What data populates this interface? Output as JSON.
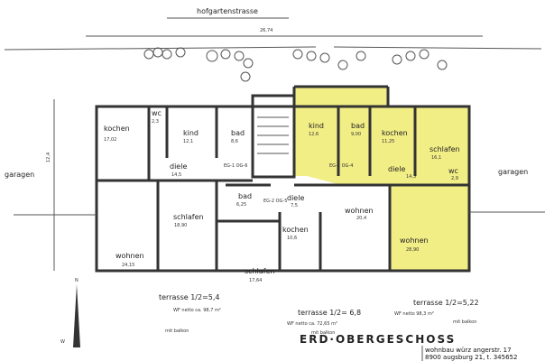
{
  "street": "hofgartenstrasse",
  "dimension_width": "26,74",
  "dimension_depth": "12,4",
  "side_labels": {
    "left": "garagen",
    "right": "garagen"
  },
  "highlight_color": "#f2ee86",
  "rooms": [
    {
      "name": "kochen",
      "area": "17,02"
    },
    {
      "name": "wc",
      "area": "2,3"
    },
    {
      "name": "kind",
      "area": "12,1"
    },
    {
      "name": "bad",
      "area": "8,6"
    },
    {
      "name": "kind",
      "area": "12,6"
    },
    {
      "name": "bad",
      "area": "9,00"
    },
    {
      "name": "kochen",
      "area": "11,25"
    },
    {
      "name": "schlafen",
      "area": "16,1"
    },
    {
      "name": "diele",
      "area": "14,5"
    },
    {
      "name": "diele",
      "area": "14,3"
    },
    {
      "name": "wc",
      "area": "2,9"
    },
    {
      "name": "bad",
      "area": "6,25"
    },
    {
      "name": "diele",
      "area": "7,5"
    },
    {
      "name": "wohnen",
      "area": "20,4"
    },
    {
      "name": "schlafen",
      "area": "18,90"
    },
    {
      "name": "kochen",
      "area": "10,6"
    },
    {
      "name": "wohnen",
      "area": "24,15"
    },
    {
      "name": "wohnen",
      "area": "28,90"
    },
    {
      "name": "schlafen",
      "area": "17,64"
    }
  ],
  "terraces": [
    "terrasse 1/2=5,4",
    "terrasse 1/2= 6,8",
    "terrasse 1/2=5,22"
  ],
  "apartments": [
    {
      "wf": "WF netto ca. 98,7 m²",
      "note": "mit balkon"
    },
    {
      "wf": "WF netto ca. 72,65 m²",
      "note": "mit balkon"
    },
    {
      "wf": "WF netto 98,3 m²",
      "note": "mit balkon"
    }
  ],
  "stair_marks": [
    "EG-1 OG-6",
    "EG-1 OG-4",
    "EG-2 OG-5"
  ],
  "north": "N",
  "west": "W",
  "floor_title": "ERD·OBERGESCHOSS",
  "address_line1": "wohnbau würz angerstr. 17",
  "address_line2": "8900 augsburg 21, t. 345652"
}
